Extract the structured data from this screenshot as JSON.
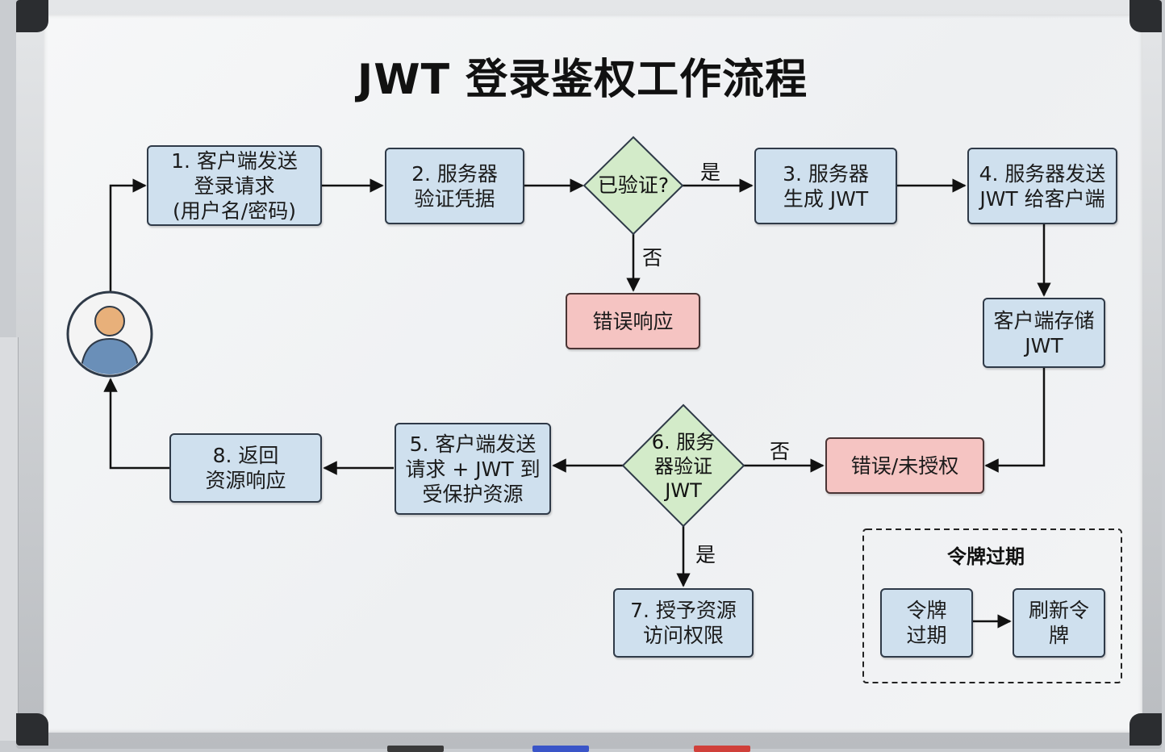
{
  "title": "JWT 登录鉴权工作流程",
  "steps": {
    "s1": "1. 客户端发送\n登录请求\n(用户名/密码)",
    "s2": "2. 服务器\n验证凭据",
    "s3": "3. 服务器\n生成 JWT",
    "s4": "4. 服务器发送\nJWT 给客户端",
    "store": "客户端存储\nJWT",
    "s5": "5. 客户端发送\n请求 + JWT 到\n受保护资源",
    "s7": "7. 授予资源\n访问权限",
    "s8": "8. 返回\n资源响应"
  },
  "decisions": {
    "d1": "已验证?",
    "d2": "6. 服务\n器验证\nJWT"
  },
  "errors": {
    "e1": "错误响应",
    "e2": "错误/未授权"
  },
  "edge_labels": {
    "d1_yes": "是",
    "d1_no": "否",
    "d2_yes": "是",
    "d2_no": "否"
  },
  "legend": {
    "title": "令牌过期",
    "expired": "令牌\n过期",
    "refresh": "刷新令\n牌"
  },
  "colors": {
    "process_fill": "#cfe0ee",
    "decision_fill": "#d3ebc9",
    "error_fill": "#f5c4c2"
  }
}
